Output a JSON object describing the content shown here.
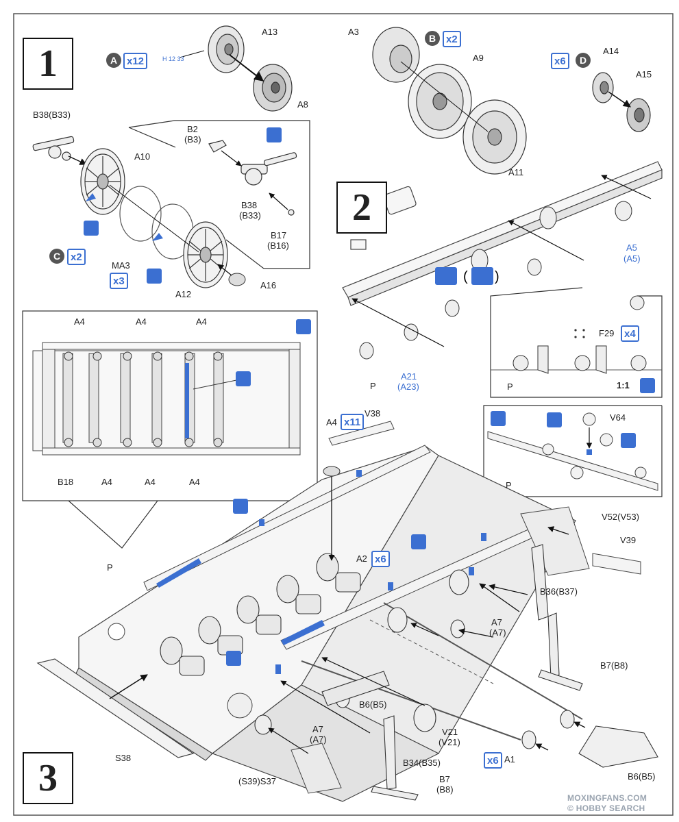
{
  "steps": [
    "1",
    "2",
    "3"
  ],
  "step1": {
    "labels": {
      "a13": "A13",
      "a8": "A8",
      "b38b33": "B38(B33)",
      "a10": "A10",
      "b2": "B2",
      "b3": "(B3)",
      "b38": "B38",
      "b33": "(B33)",
      "b17": "B17",
      "b16": "(B16)",
      "ma3": "MA3",
      "a12": "A12",
      "a16": "A16",
      "paint_codes": "H 12 33"
    },
    "badges": {
      "a": {
        "letter": "A",
        "qty": "x12"
      },
      "c": {
        "letter": "C",
        "qty": "x2"
      },
      "ma3_qty": "x3"
    }
  },
  "step2": {
    "labels": {
      "a3": "A3",
      "a9": "A9",
      "a11": "A11",
      "a14": "A14",
      "a15": "A15",
      "a5": "A5",
      "a5b": "(A5)",
      "a21": "A21",
      "a23": "(A23)",
      "p": "P",
      "f29": "F29",
      "scale": "1:1",
      "p_inset": "P",
      "v64": "V64",
      "p_inset2": "P"
    },
    "badges": {
      "b": {
        "letter": "B",
        "qty": "x2"
      },
      "d": {
        "letter": "D",
        "qty": "x6"
      },
      "f29_qty": "x4"
    }
  },
  "step3": {
    "labels": {
      "a4_tl": "A4",
      "a4_tm": "A4",
      "a4_tr": "A4",
      "b18": "B18",
      "a4_bl": "A4",
      "a4_bm": "A4",
      "a4_br": "A4",
      "a4_main": "A4",
      "v38": "V38",
      "p": "P",
      "a2": "A2",
      "v52": "V52(V53)",
      "v39": "V39",
      "b36": "B36(B37)",
      "a7a": "A7",
      "a7b": "(A7)",
      "b7b8": "B7(B8)",
      "b6b5": "B6(B5)",
      "a7c": "A7",
      "a7d": "(A7)",
      "v21": "V21",
      "v21b": "(V21)",
      "a1": "A1",
      "b5_cut": "B6(B5)",
      "s38": "S38",
      "b34": "B34(B35)",
      "b7": "B7",
      "b8": "(B8)",
      "s39": "(S39)S37"
    },
    "qty": {
      "a4_main": "x11",
      "a2": "x6",
      "a1": "x6"
    }
  },
  "watermark": {
    "line1": "MOXINGFANS.COM",
    "line2": "© HOBBY SEARCH"
  },
  "colors": {
    "accent": "#3b6fd1",
    "ink": "#222222",
    "metal": "#888888"
  }
}
